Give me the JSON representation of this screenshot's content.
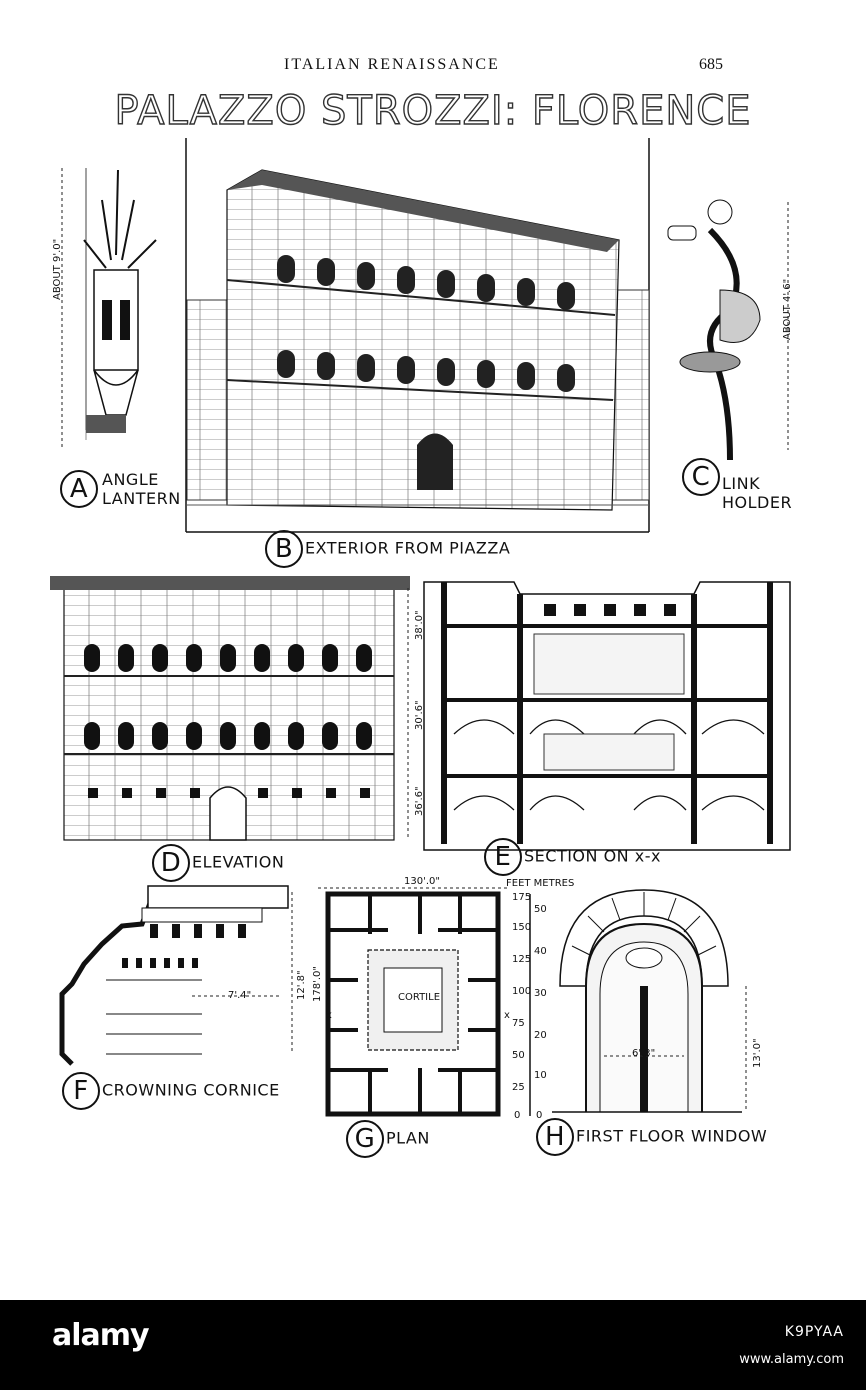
{
  "header": {
    "running_head": "ITALIAN RENAISSANCE",
    "page_number": "685"
  },
  "title": "PALAZZO STROZZI: FLORENCE",
  "figures": {
    "a": {
      "letter": "A",
      "line1": "ANGLE",
      "line2": "LANTERN",
      "dimension": "ABOUT 9'.0\""
    },
    "b": {
      "letter": "B",
      "caption": "EXTERIOR FROM PIAZZA"
    },
    "c": {
      "letter": "C",
      "line1": "LINK",
      "line2": "HOLDER",
      "dimension": "ABOUT 4'.6\""
    },
    "d": {
      "letter": "D",
      "caption": "ELEVATION",
      "dim_top": "38'.0\"",
      "dim_mid": "30'.6\"",
      "dim_bot": "36'.6\""
    },
    "e": {
      "letter": "E",
      "caption": "SECTION ON x-x"
    },
    "f": {
      "letter": "F",
      "caption": "CROWNING CORNICE",
      "dim_height": "12'.8\"",
      "dim_proj": "7'.4\""
    },
    "g": {
      "letter": "G",
      "caption": "PLAN",
      "width_dim": "130'.0\"",
      "depth_dim": "178'.0\"",
      "court": "CORTILE",
      "x_left": "x",
      "x_right": "x"
    },
    "h": {
      "letter": "H",
      "caption": "FIRST FLOOR WINDOW",
      "dim_height": "13'.0\"",
      "dim_width": "6'.3\""
    }
  },
  "scale": {
    "label": "FEET METRES",
    "feet": [
      "175",
      "150",
      "125",
      "100",
      "75",
      "50",
      "25",
      "0"
    ],
    "metres": [
      "50",
      "40",
      "30",
      "20",
      "10",
      "0"
    ]
  },
  "footer": {
    "logo": "alamy",
    "image_id": "K9PYAA",
    "site": "www.alamy.com"
  }
}
